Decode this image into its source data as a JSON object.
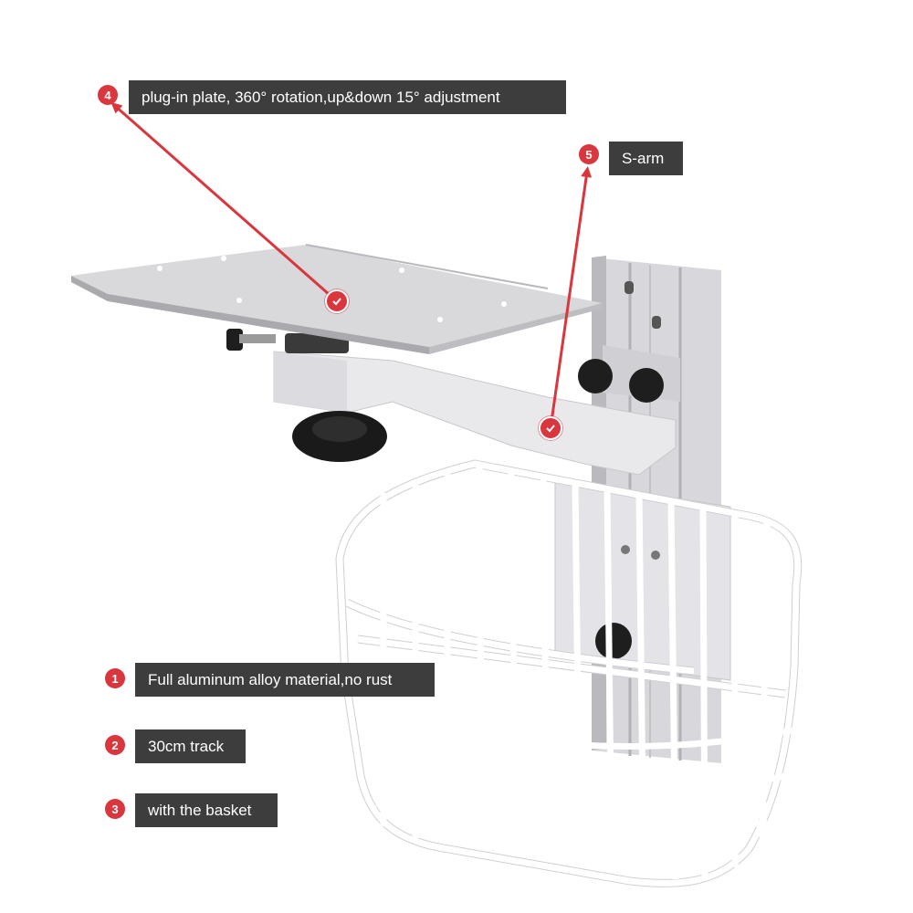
{
  "colors": {
    "accent_red": "#d9363e",
    "label_bg": "#3d3d3d",
    "label_text": "#ffffff",
    "background": "#ffffff"
  },
  "callouts": [
    {
      "number": "4",
      "text": "plug-in plate, 360° rotation,up&down 15° adjustment"
    },
    {
      "number": "5",
      "text": "S-arm"
    },
    {
      "number": "1",
      "text": "Full aluminum alloy material,no rust"
    },
    {
      "number": "2",
      "text": "30cm track"
    },
    {
      "number": "3",
      "text": "with the basket"
    }
  ],
  "icons": {
    "check_marker": "check-icon"
  }
}
